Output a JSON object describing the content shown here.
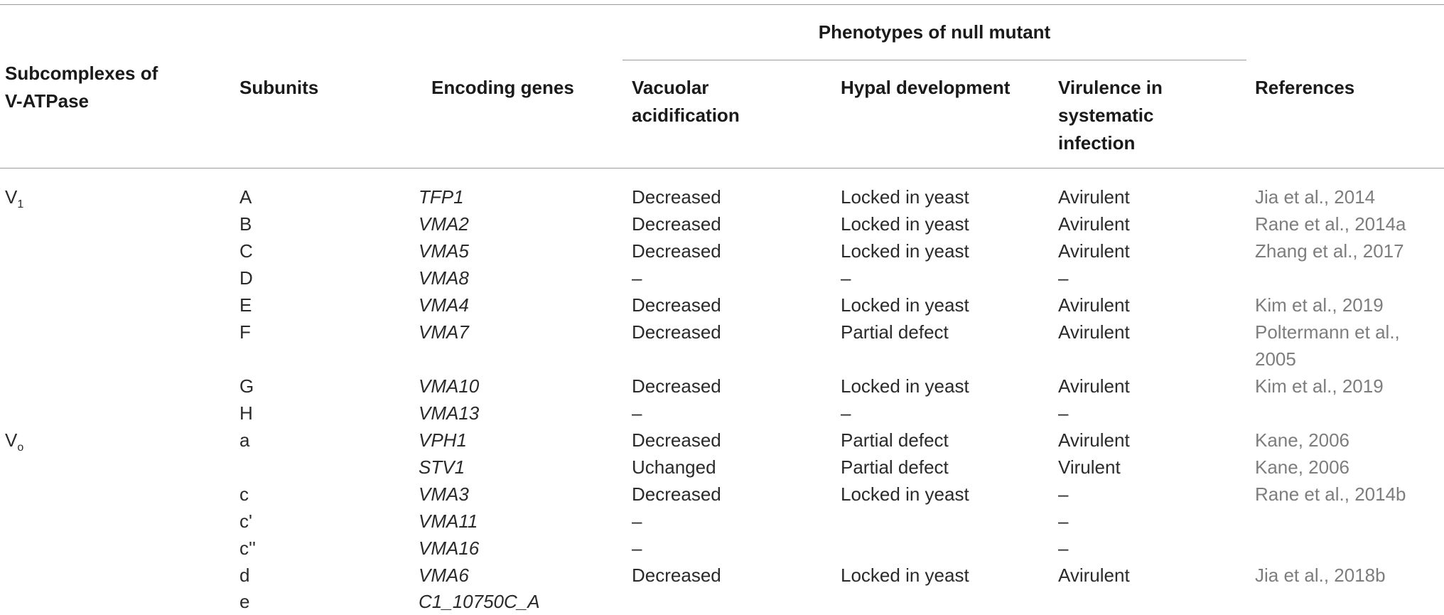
{
  "header": {
    "group_label": "Phenotypes of null mutant",
    "col_subcomplex": [
      "Subcomplexes of",
      "V-ATPase"
    ],
    "col_subunits": "Subunits",
    "col_genes": "Encoding genes",
    "col_vacuolar": [
      "Vacuolar",
      "acidification"
    ],
    "col_hyphal": "Hypal development",
    "col_virulence": [
      "Virulence in",
      "systematic",
      "infection"
    ],
    "col_references": "References"
  },
  "rows": [
    {
      "complex": "V",
      "complex_sub": "1",
      "subunit": "A",
      "gene": "TFP1",
      "vacuolar": "Decreased",
      "hyphal": "Locked in yeast",
      "virulence": "Avirulent",
      "reference": "Jia et al., 2014"
    },
    {
      "complex": "",
      "complex_sub": "",
      "subunit": "B",
      "gene": "VMA2",
      "vacuolar": "Decreased",
      "hyphal": "Locked in yeast",
      "virulence": "Avirulent",
      "reference": "Rane et al., 2014a"
    },
    {
      "complex": "",
      "complex_sub": "",
      "subunit": "C",
      "gene": "VMA5",
      "vacuolar": "Decreased",
      "hyphal": "Locked in yeast",
      "virulence": "Avirulent",
      "reference": "Zhang et al., 2017"
    },
    {
      "complex": "",
      "complex_sub": "",
      "subunit": "D",
      "gene": "VMA8",
      "vacuolar": "–",
      "hyphal": "–",
      "virulence": "–",
      "reference": ""
    },
    {
      "complex": "",
      "complex_sub": "",
      "subunit": "E",
      "gene": "VMA4",
      "vacuolar": "Decreased",
      "hyphal": "Locked in yeast",
      "virulence": "Avirulent",
      "reference": "Kim et al., 2019"
    },
    {
      "complex": "",
      "complex_sub": "",
      "subunit": "F",
      "gene": "VMA7",
      "vacuolar": "Decreased",
      "hyphal": "Partial defect",
      "virulence": "Avirulent",
      "reference": "Poltermann et al.,",
      "reference2": "2005"
    },
    {
      "complex": "",
      "complex_sub": "",
      "subunit": "G",
      "gene": "VMA10",
      "vacuolar": "Decreased",
      "hyphal": "Locked in yeast",
      "virulence": "Avirulent",
      "reference": "Kim et al., 2019"
    },
    {
      "complex": "",
      "complex_sub": "",
      "subunit": "H",
      "gene": "VMA13",
      "vacuolar": "–",
      "hyphal": "–",
      "virulence": "–",
      "reference": ""
    },
    {
      "complex": "V",
      "complex_sub": "o",
      "subunit": "a",
      "gene": "VPH1",
      "vacuolar": "Decreased",
      "hyphal": "Partial defect",
      "virulence": "Avirulent",
      "reference": "Kane, 2006"
    },
    {
      "complex": "",
      "complex_sub": "",
      "subunit": "",
      "gene": "STV1",
      "vacuolar": "Uchanged",
      "hyphal": "Partial defect",
      "virulence": "Virulent",
      "reference": "Kane, 2006"
    },
    {
      "complex": "",
      "complex_sub": "",
      "subunit": "c",
      "gene": "VMA3",
      "vacuolar": "Decreased",
      "hyphal": "Locked in yeast",
      "virulence": "–",
      "reference": "Rane et al., 2014b"
    },
    {
      "complex": "",
      "complex_sub": "",
      "subunit": "c'",
      "gene": "VMA11",
      "vacuolar": "–",
      "hyphal": "",
      "virulence": "–",
      "reference": ""
    },
    {
      "complex": "",
      "complex_sub": "",
      "subunit": "c''",
      "gene": "VMA16",
      "vacuolar": "–",
      "hyphal": "",
      "virulence": "–",
      "reference": ""
    },
    {
      "complex": "",
      "complex_sub": "",
      "subunit": "d",
      "gene": "VMA6",
      "vacuolar": "Decreased",
      "hyphal": "Locked in yeast",
      "virulence": "Avirulent",
      "reference": "Jia et al., 2018b"
    },
    {
      "complex": "",
      "complex_sub": "",
      "subunit": "e",
      "gene": "C1_10750C_A",
      "vacuolar": "",
      "hyphal": "",
      "virulence": "",
      "reference": ""
    }
  ]
}
